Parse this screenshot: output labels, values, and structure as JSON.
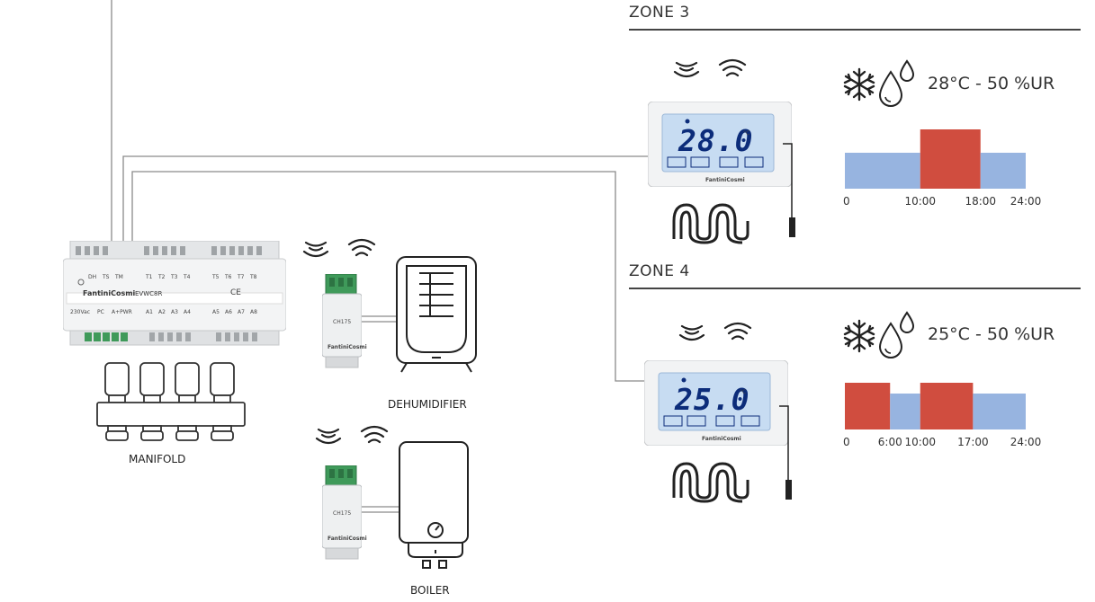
{
  "colors": {
    "cold": "#97b4e0",
    "hot": "#d04d3f",
    "lcd": "#c7dcf2",
    "wire": "#888888"
  },
  "controller": {
    "brand": "FantiniCosmi",
    "model": "EVWC8R",
    "top_labels": [
      "DH",
      "TS",
      "TM",
      "T1",
      "T2",
      "T3",
      "T4",
      "T5",
      "T6",
      "T7",
      "T8"
    ],
    "bottom_labels": [
      "230Vac",
      "PC",
      "A+PWR",
      "A1",
      "A2",
      "A3",
      "A4",
      "A5",
      "A6",
      "A7",
      "A8"
    ],
    "cert": "CE"
  },
  "labels": {
    "manifold": "MANIFOLD",
    "dehumidifier": "DEHUMIDIFIER",
    "boiler": "BOILER"
  },
  "module": {
    "model": "CH175",
    "brand": "FantiniCosmi"
  },
  "zones": [
    {
      "title": "ZONE 3",
      "display": "28.0",
      "unit": "°C",
      "brand": "FantiniCosmi",
      "climate": "28°C - 50 %UR"
    },
    {
      "title": "ZONE 4",
      "display": "25.0",
      "unit": "°C",
      "brand": "FantiniCosmi",
      "climate": "25°C - 50 %UR"
    }
  ],
  "icons": [
    "wireless-icon",
    "snowflake-icon",
    "humidity-drops-icon",
    "floor-heating-icon"
  ],
  "chart_data": [
    {
      "type": "bar",
      "x": [
        0,
        10,
        18,
        24
      ],
      "tick_labels": [
        "0",
        "10:00",
        "18:00",
        "24:00"
      ],
      "xlim": [
        0,
        24
      ],
      "segments": [
        {
          "start": 0,
          "end": 10,
          "level": "low"
        },
        {
          "start": 10,
          "end": 18,
          "level": "high"
        },
        {
          "start": 18,
          "end": 24,
          "level": "low"
        }
      ]
    },
    {
      "type": "bar",
      "x": [
        0,
        6,
        10,
        17,
        24
      ],
      "tick_labels": [
        "0",
        "6:00",
        "10:00",
        "17:00",
        "24:00"
      ],
      "xlim": [
        0,
        24
      ],
      "segments": [
        {
          "start": 0,
          "end": 6,
          "level": "high"
        },
        {
          "start": 6,
          "end": 10,
          "level": "low"
        },
        {
          "start": 10,
          "end": 17,
          "level": "high"
        },
        {
          "start": 17,
          "end": 24,
          "level": "low"
        }
      ]
    }
  ]
}
